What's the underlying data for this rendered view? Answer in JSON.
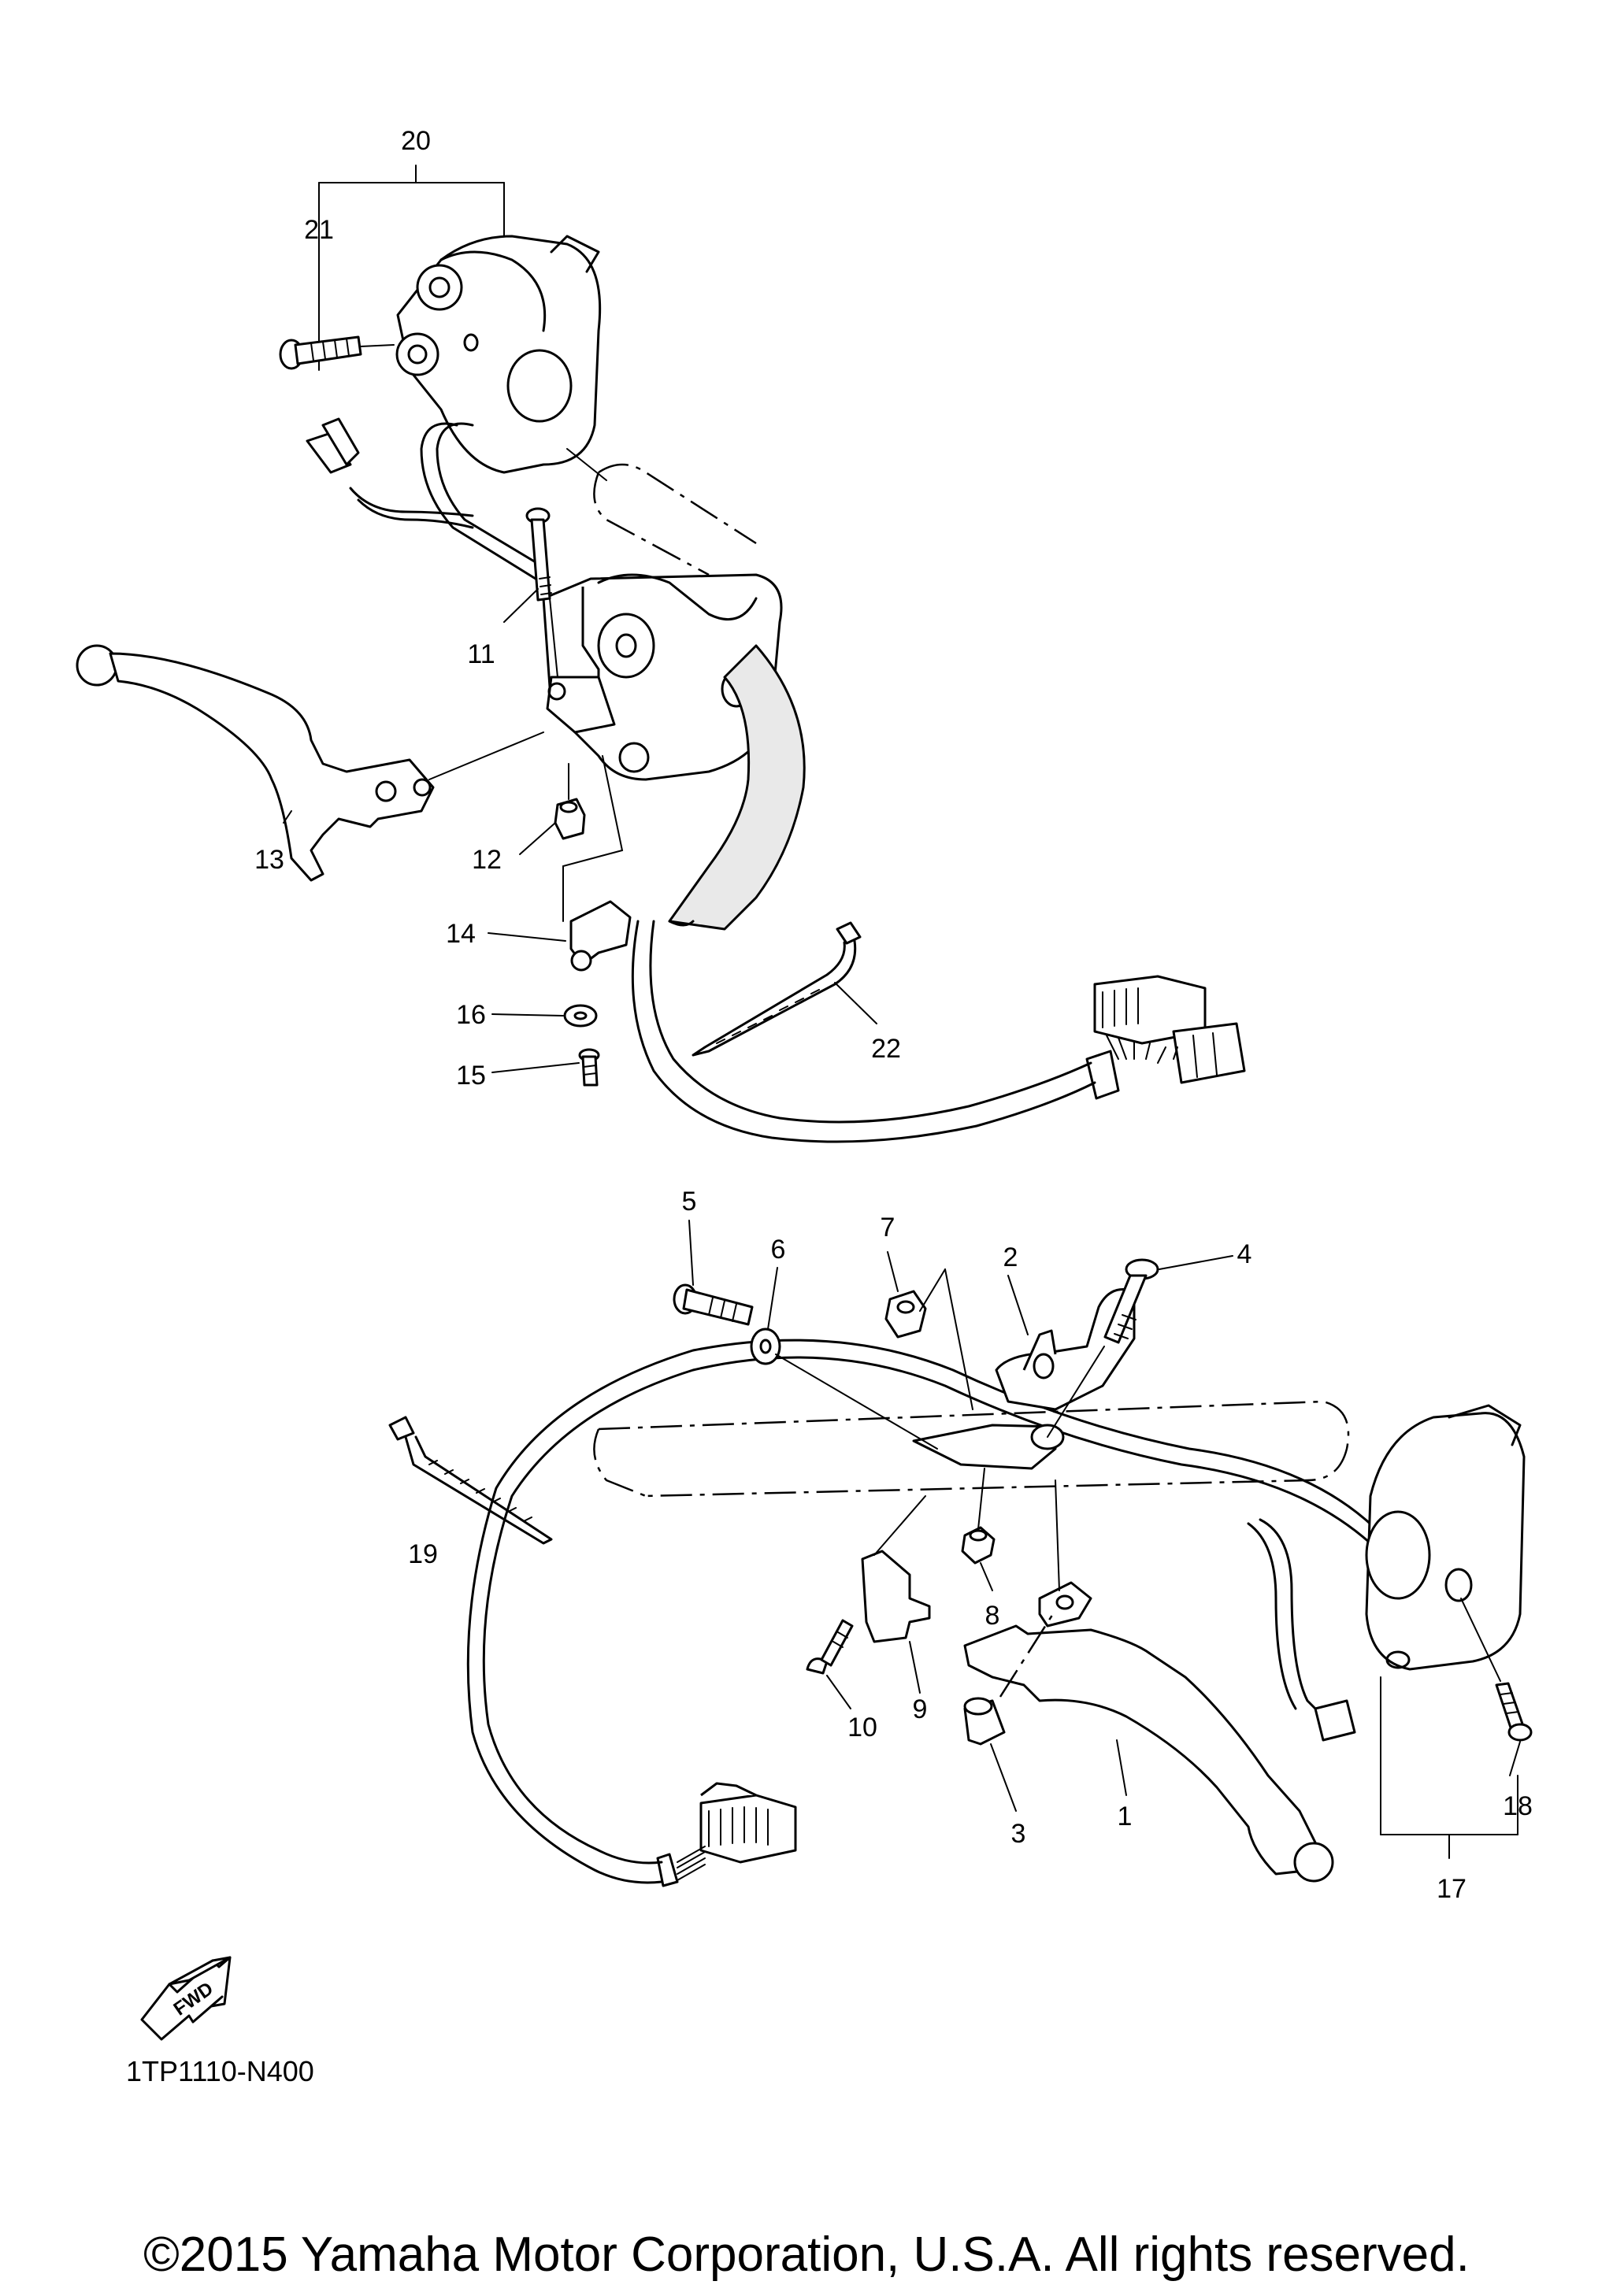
{
  "callouts": [
    {
      "id": "1",
      "label": "1"
    },
    {
      "id": "2",
      "label": "2"
    },
    {
      "id": "3",
      "label": "3"
    },
    {
      "id": "4",
      "label": "4"
    },
    {
      "id": "5",
      "label": "5"
    },
    {
      "id": "6",
      "label": "6"
    },
    {
      "id": "7",
      "label": "7"
    },
    {
      "id": "8",
      "label": "8"
    },
    {
      "id": "9",
      "label": "9"
    },
    {
      "id": "10",
      "label": "10"
    },
    {
      "id": "11",
      "label": "11"
    },
    {
      "id": "12",
      "label": "12"
    },
    {
      "id": "13",
      "label": "13"
    },
    {
      "id": "14",
      "label": "14"
    },
    {
      "id": "15",
      "label": "15"
    },
    {
      "id": "16",
      "label": "16"
    },
    {
      "id": "17",
      "label": "17"
    },
    {
      "id": "18",
      "label": "18"
    },
    {
      "id": "19",
      "label": "19"
    },
    {
      "id": "20",
      "label": "20"
    },
    {
      "id": "21",
      "label": "21"
    },
    {
      "id": "22",
      "label": "22"
    }
  ],
  "fwd_label": "FWD",
  "part_code": "1TP1110-N400",
  "copyright": "©2015 Yamaha Motor Corporation, U.S.A. All rights reserved."
}
